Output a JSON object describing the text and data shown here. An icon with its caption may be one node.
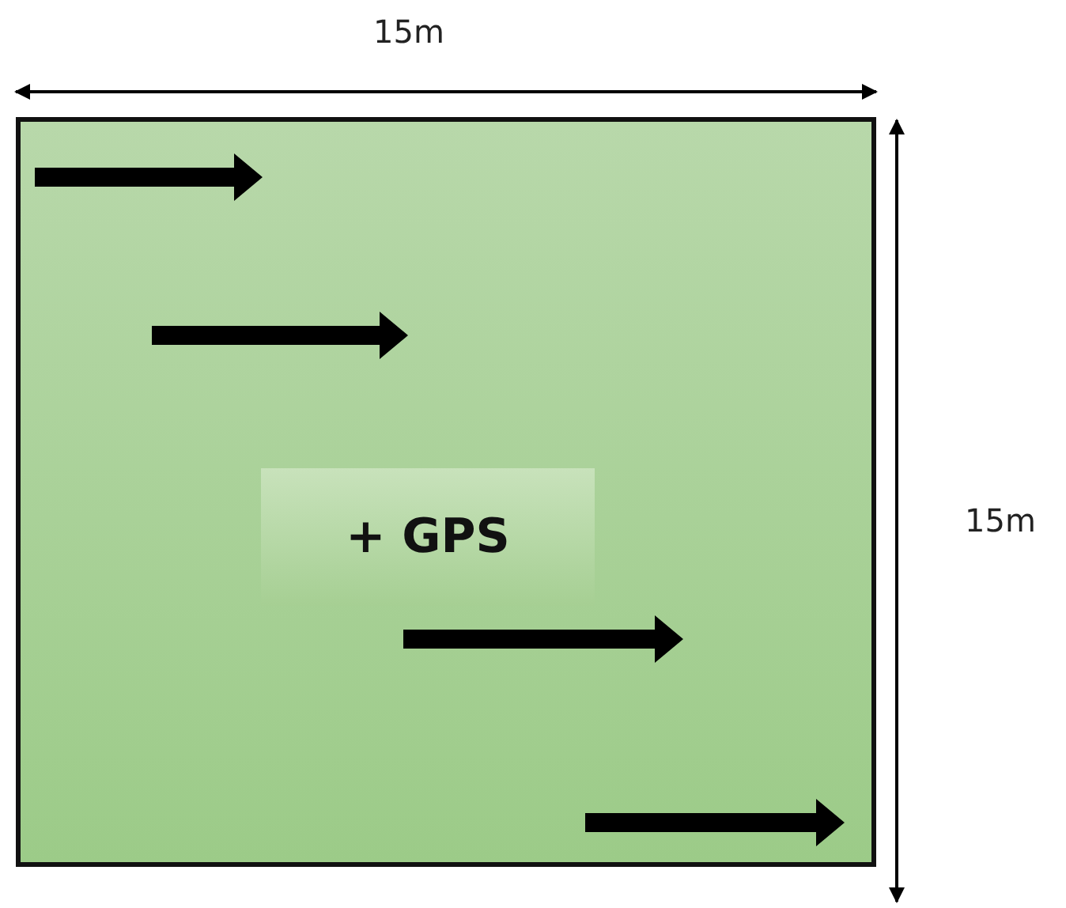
{
  "diagram": {
    "nodes": [
      {
        "text": [],
        "shape": "box"
      },
      {
        "text": [
          "+ GPS"
        ],
        "in": 0
      }
    ],
    "edges": [],
    "labels": [
      "15m",
      "15m"
    ]
  }
}
